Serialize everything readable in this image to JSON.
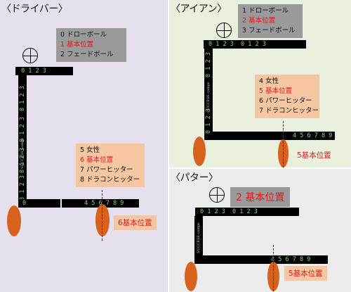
{
  "driver": {
    "title": "〈ドライバー〉",
    "legend_top": [
      "0 ドローボール",
      "1 基本位置",
      "2 フェードボール"
    ],
    "legend_bottom": [
      "5 女性",
      "6 基本位置",
      "7 パワーヒッター",
      "8 ドラコンヒッター"
    ],
    "hscale_top": "0 1 2 3",
    "vscale_1": "0 1 2 3",
    "vscale_2": "0 1 2 3",
    "vscale_3": "0 1 2 3",
    "vscale_4": "0 1 2 3",
    "hscale_bottom": "4 5 6 7 8 9",
    "hscale_left": "0",
    "brand": "SUCCESS camps",
    "tag": "6基本位置"
  },
  "iron": {
    "title": "〈アイアン〉",
    "legend_top": [
      "1 ドローボール",
      "2 基本位置",
      "3 フェードボール"
    ],
    "legend_bottom": [
      "4 女性",
      "5 基本位置",
      "6 パワーヒッター",
      "7 ドラコンヒッター"
    ],
    "hscale_top": "0 1 2 3  0 1 2 3",
    "vscale_1": "0 1 2 3",
    "vscale_2": "0 1 2 3",
    "hscale_bottom": "4 5 6 7 8 9",
    "brand": "SUCCESS camps",
    "tag": "5基本位置"
  },
  "putter": {
    "title": "〈パター〉",
    "tag_top": "2 基本位置",
    "hscale_top": "0 1 2 3  0 1 2 3",
    "hscale_bottom": "4 5 6 7 8 9",
    "brand": "SUCCESS camps",
    "tag": "5基本位置"
  },
  "colors": {
    "panel_driver": "#e6e0ee",
    "panel_iron": "#e9f0de",
    "panel_putter": "#ececec",
    "club": "#d9611e",
    "scale_text": "#7fd67f",
    "highlight_red": "#d42020",
    "legend_gray": "#9a9a9a",
    "legend_orange": "#f6c6a2"
  }
}
